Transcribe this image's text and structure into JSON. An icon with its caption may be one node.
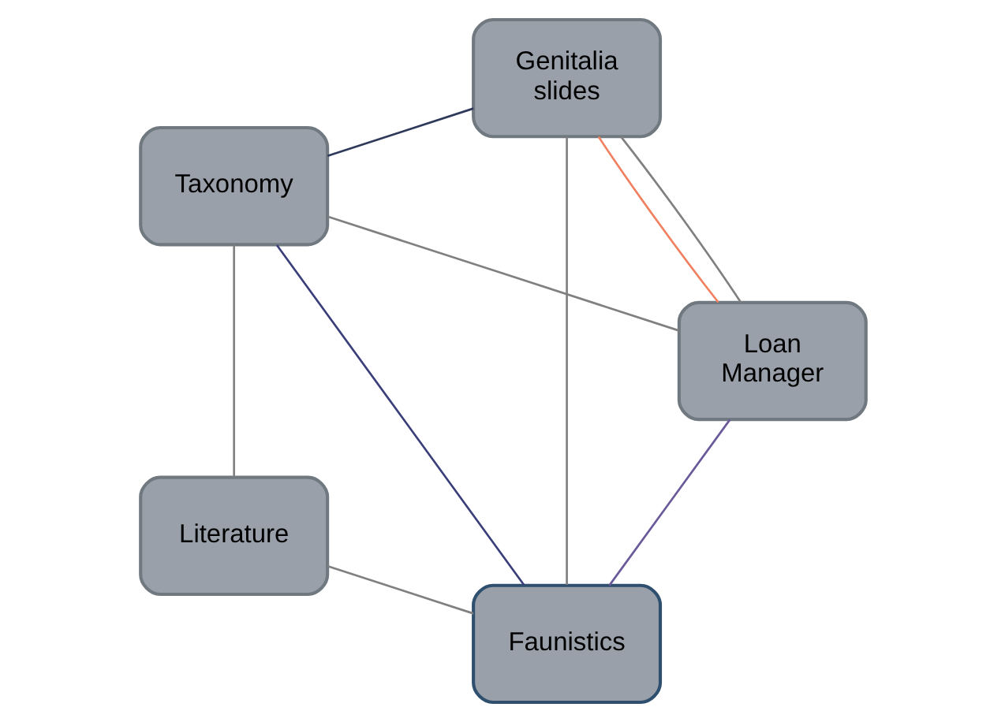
{
  "diagram": {
    "nodes": [
      {
        "text": [
          "Literature"
        ]
      },
      {
        "text": [
          "Taxonomy"
        ]
      },
      {
        "text": [
          "Faunistics"
        ]
      },
      {
        "text": [
          "Loan Manager"
        ]
      },
      {
        "text": [
          "Genitalia slides"
        ]
      }
    ],
    "edges": [
      {
        "from": 0,
        "to": 2,
        "arrow": "none"
      },
      {
        "from": 2,
        "to": 4,
        "arrow": "none"
      },
      {
        "from": 4,
        "to": 3,
        "arrow": "none"
      },
      {
        "from": 3,
        "to": 1,
        "arrow": "none"
      },
      {
        "from": 1,
        "to": 0,
        "arrow": "none"
      },
      {
        "from": 1,
        "to": 2,
        "arrow": "none",
        "color": "#3a3f7a"
      },
      {
        "from": 1,
        "to": 4,
        "arrow": "none",
        "color": "#2f3a5a"
      },
      {
        "from": 3,
        "to": 2,
        "arrow": "none",
        "color": "#6a5a9a"
      },
      {
        "from": 3,
        "to": 4,
        "arrow": "none",
        "color": "#f08060"
      }
    ]
  }
}
